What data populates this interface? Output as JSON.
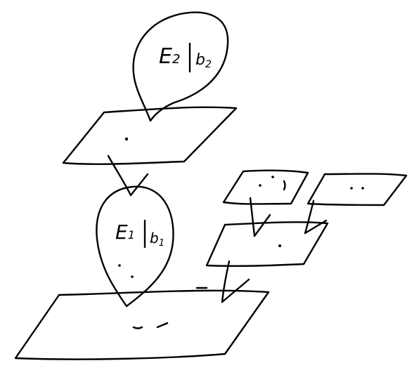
{
  "diagram": {
    "stroke_color": "#000000",
    "background": "#ffffff",
    "labels": {
      "top_fiber": {
        "base": "E",
        "index": "2",
        "subscript": "b",
        "subscript_index": "2"
      },
      "lower_fiber": {
        "base": "E",
        "index": "1",
        "subscript": "b",
        "subscript_index": "1"
      }
    }
  }
}
